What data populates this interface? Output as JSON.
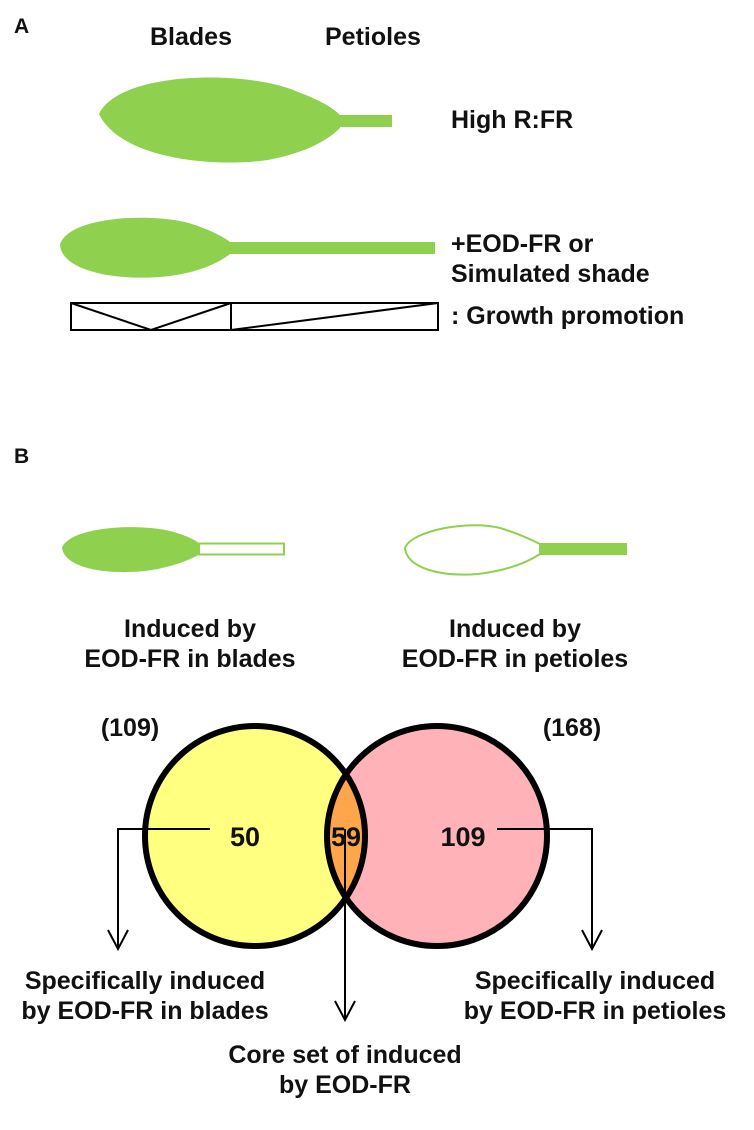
{
  "panel_a": {
    "label": "A",
    "col_blades": "Blades",
    "col_petioles": "Petioles",
    "condition_high": "High R:FR",
    "condition_shade_line1": "+EOD-FR or",
    "condition_shade_line2": "Simulated shade",
    "growth_label": ": Growth promotion"
  },
  "panel_b": {
    "label": "B",
    "blades_title_line1": "Induced by",
    "blades_title_line2": "EOD-FR in blades",
    "petioles_title_line1": "Induced by",
    "petioles_title_line2": "EOD-FR in petioles",
    "venn": {
      "left_total": "(109)",
      "right_total": "(168)",
      "left_only": "50",
      "overlap": "59",
      "right_only": "109",
      "left_color": "#ffff80",
      "right_color": "#ffb3b8",
      "overlap_color": "#ffa64d"
    },
    "left_note_line1": "Specifically induced",
    "left_note_line2": "by EOD-FR in blades",
    "right_note_line1": "Specifically induced",
    "right_note_line2": "by EOD-FR in petioles",
    "core_note_line1": "Core set of induced",
    "core_note_line2": "by EOD-FR"
  },
  "colors": {
    "leaf_green": "#8fd14f"
  }
}
